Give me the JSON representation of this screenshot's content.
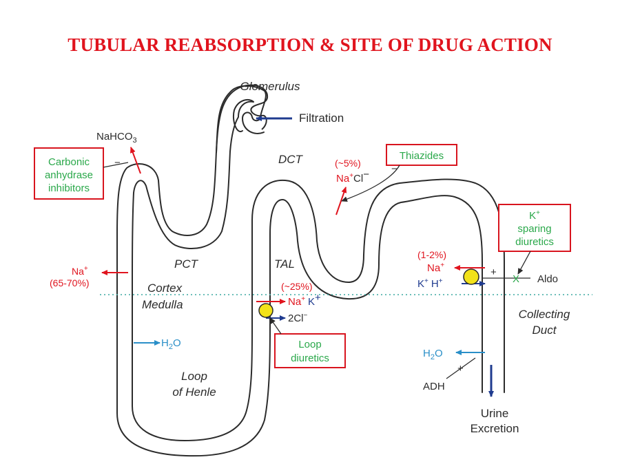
{
  "title": "TUBULAR REABSORPTION  & SITE OF DRUG ACTION",
  "labels": {
    "glomerulus": "Glomerulus",
    "filtration": "Filtration",
    "nahco3": "NaHCO",
    "nahco3_sub": "3",
    "dct": "DCT",
    "pct": "PCT",
    "tal": "TAL",
    "cortex": "Cortex",
    "medulla": "Medulla",
    "loop_henle_1": "Loop",
    "loop_henle_2": "of Henle",
    "collecting_1": "Collecting",
    "collecting_2": "Duct",
    "urine_1": "Urine",
    "urine_2": "Excretion",
    "aldo": "Aldo",
    "adh": "ADH"
  },
  "drug_boxes": {
    "carbonic_1": "Carbonic",
    "carbonic_2": "anhydrase",
    "carbonic_3": "inhibitors",
    "thiazides": "Thiazides",
    "k_sparing_1": "K",
    "k_sparing_1_sup": "+",
    "k_sparing_2": "sparing",
    "k_sparing_3": "diuretics",
    "loop_1": "Loop",
    "loop_2": "diuretics"
  },
  "ions": {
    "pct_na": "Na",
    "pct_na_sup": "+",
    "pct_pct": "(65-70%)",
    "pct_h2o": "H",
    "pct_h2o_sub": "2",
    "pct_h2o_end": "O",
    "dct_pct": "(~5%)",
    "dct_nacl": "Na",
    "dct_nacl_sup": "+",
    "dct_cl": "Cl",
    "dct_cl_sup": "−",
    "tal_pct": "(~25%)",
    "tal_na": "Na",
    "tal_na_sup": "+",
    "tal_k": "K",
    "tal_k_sup": "+",
    "tal_cl": "2Cl",
    "tal_cl_sup": "−",
    "cd_pct": "(1-2%)",
    "cd_na": "Na",
    "cd_na_sup": "+",
    "cd_k": "K",
    "cd_k_sup": "+",
    "cd_h": "H",
    "cd_h_sup": "+",
    "cd_h2o": "H",
    "cd_h2o_sub": "2",
    "cd_h2o_end": "O",
    "plus": "+",
    "minus": "−",
    "x_mark": "X"
  },
  "colors": {
    "title": "#e0141e",
    "ion_red": "#e0141e",
    "ion_blue": "#1f3b8f",
    "water_cyan": "#2a8fc8",
    "drug_green": "#2aa84a",
    "box_border": "#d8141e",
    "transporter": "#f2e21a"
  }
}
